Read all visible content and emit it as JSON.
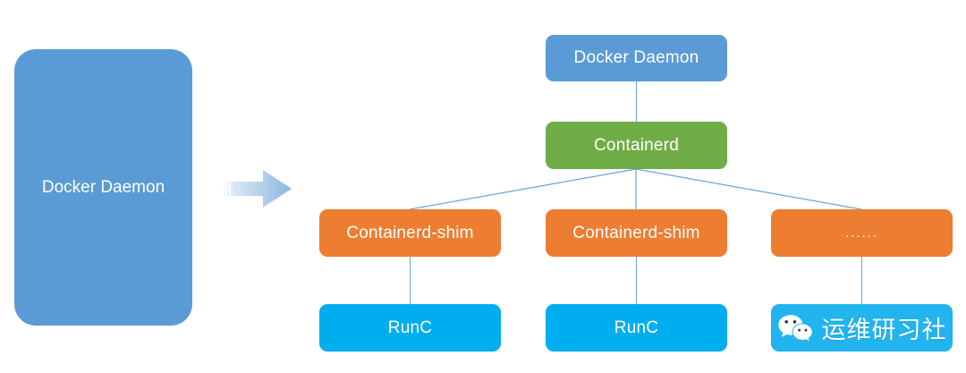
{
  "diagram": {
    "title": "Docker Daemon decomposition",
    "left": {
      "label": "Docker Daemon",
      "color": "#5b9bd5"
    },
    "arrow": {
      "name": "right-arrow",
      "color_from": "#ffffff",
      "color_to": "#8ab6e0"
    },
    "tree": {
      "root": {
        "label": "Docker Daemon",
        "color": "#5b9bd5"
      },
      "runtime": {
        "label": "Containerd",
        "color": "#70ad47"
      },
      "shims": [
        {
          "label": "Containerd-shim",
          "color": "#ed7d31"
        },
        {
          "label": "Containerd-shim",
          "color": "#ed7d31"
        },
        {
          "label": "......",
          "color": "#ed7d31"
        }
      ],
      "runtimes": [
        {
          "label": "RunC",
          "color": "#00aeef"
        },
        {
          "label": "RunC",
          "color": "#00aeef"
        }
      ],
      "brand": {
        "label": "运维研习社",
        "color": "#21b4ef",
        "icon": "wechat-icon"
      }
    },
    "connector_color": "#6ba4d8"
  }
}
